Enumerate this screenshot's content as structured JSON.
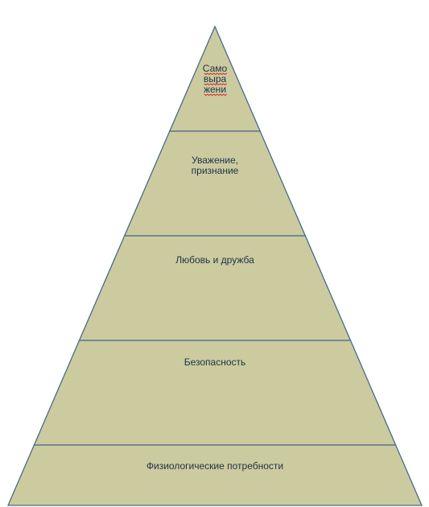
{
  "diagram": {
    "layers": [
      {
        "lines": [
          "Само",
          "выра",
          "жени"
        ]
      },
      {
        "lines": [
          "Уважение,",
          "признание"
        ]
      },
      {
        "lines": [
          "Любовь и дружба"
        ]
      },
      {
        "lines": [
          "Безопасность"
        ]
      },
      {
        "lines": [
          "Физиологические потребности"
        ]
      }
    ],
    "colors": {
      "fill": "#cbcb9f",
      "stroke": "#4a6a88",
      "text": "#1f3147",
      "spellcheck_underline": "#d42020"
    }
  }
}
